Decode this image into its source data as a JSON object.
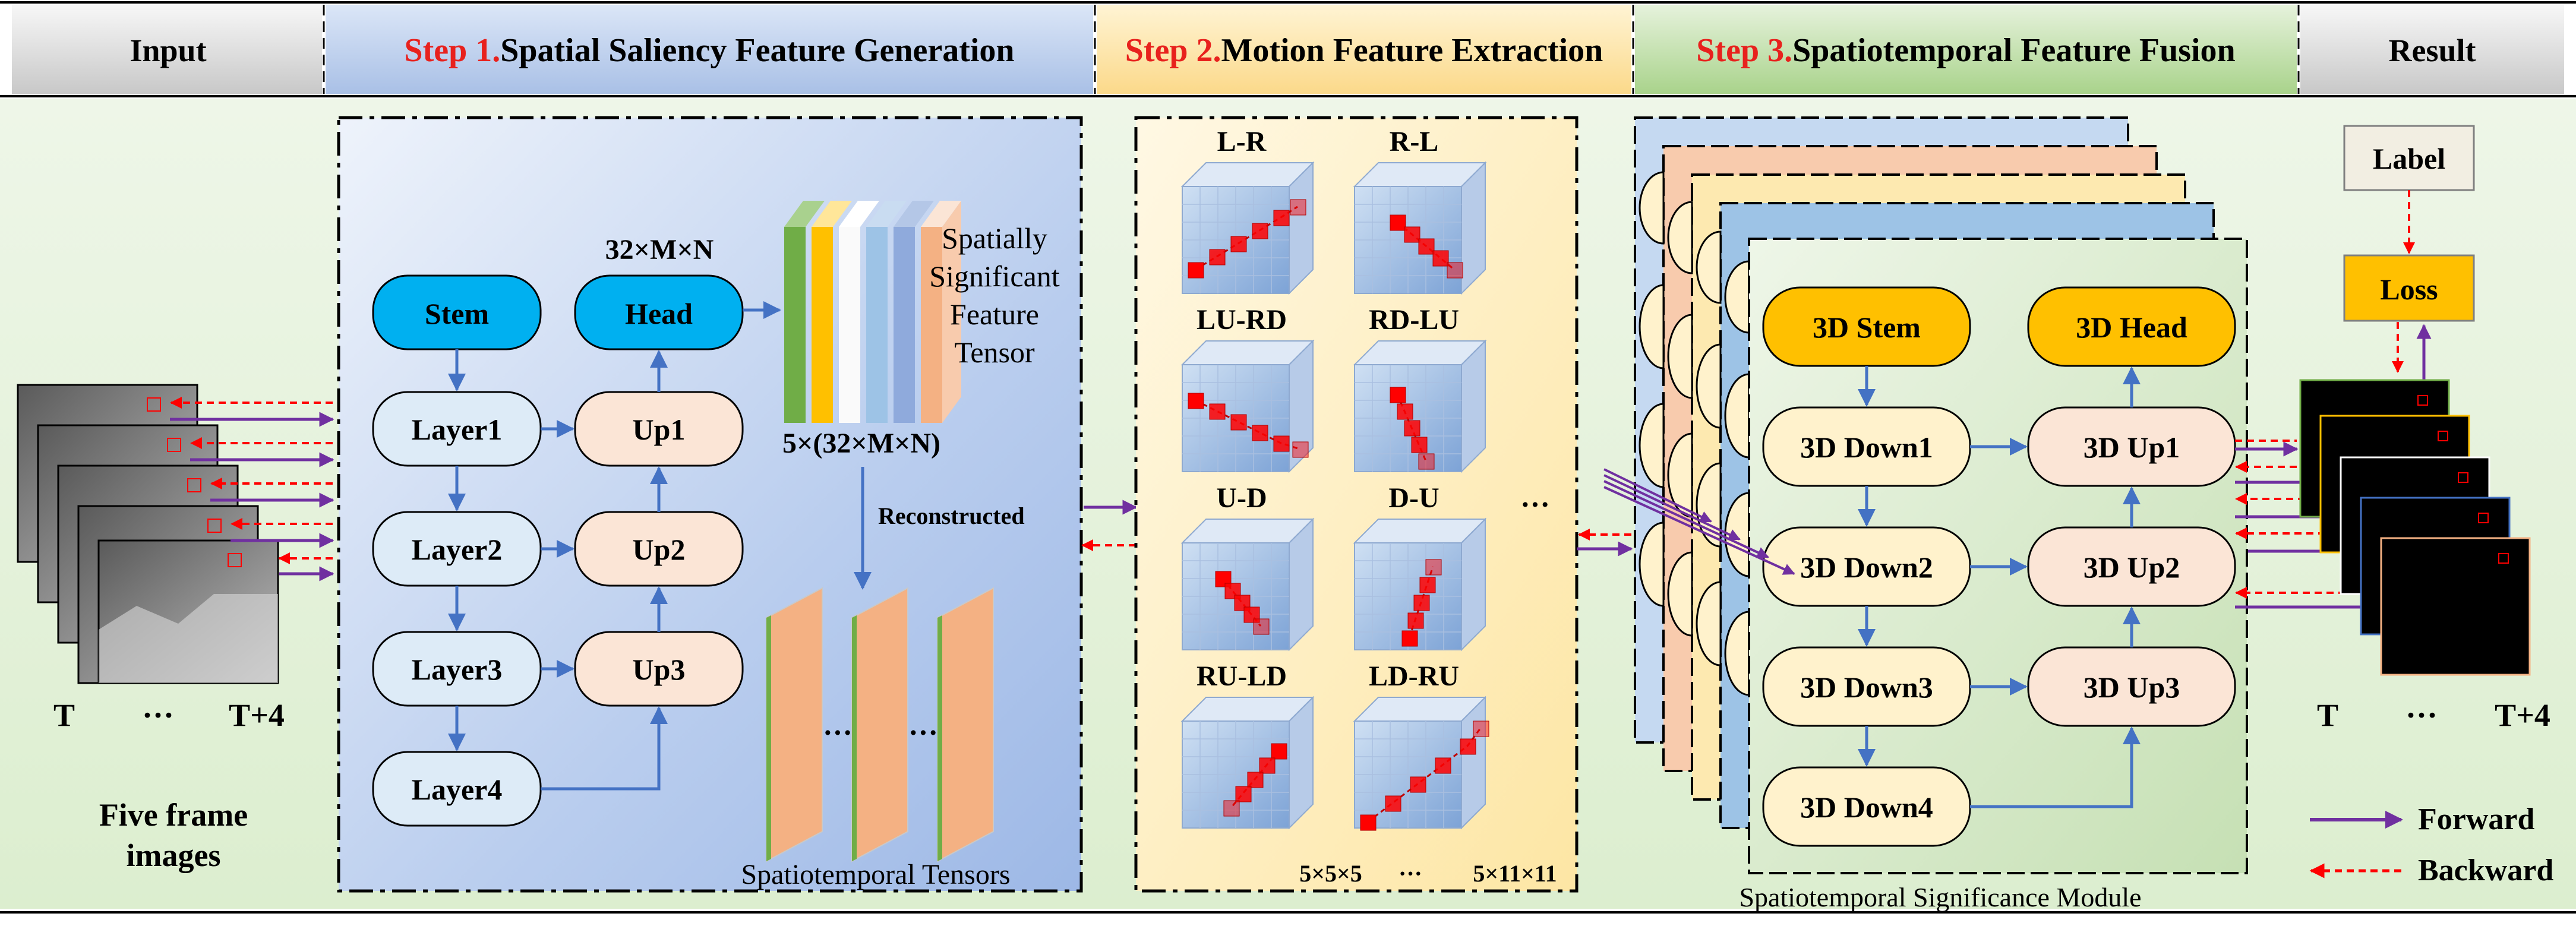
{
  "header": {
    "input_label": "Input",
    "step1_prefix": "Step 1.",
    "step1_title": "Spatial  Saliency Feature Generation",
    "step2_prefix": "Step 2.",
    "step2_title": "Motion Feature Extraction",
    "step3_prefix": "Step 3.",
    "step3_title": "Spatiotemporal Feature Fusion",
    "result_label": "Result"
  },
  "input": {
    "t_start": "T",
    "dots": "···",
    "t_end": "T+4",
    "caption_line1": "Five frame",
    "caption_line2": "images"
  },
  "step1": {
    "stem": "Stem",
    "head": "Head",
    "head_dim": "32×M×N",
    "layers": [
      "Layer1",
      "Layer2",
      "Layer3",
      "Layer4"
    ],
    "ups": [
      "Up1",
      "Up2",
      "Up3"
    ],
    "tensor_label_lines": [
      "Spatially",
      "Significant",
      "Feature",
      "Tensor"
    ],
    "tensor_dim": "5×(32×M×N)",
    "reconstructed": "Reconstructed",
    "dots": "···",
    "st_caption": "Spatiotemporal  Tensors"
  },
  "step2": {
    "directions": [
      "L-R",
      "R-L",
      "LU-RD",
      "RD-LU",
      "U-D",
      "D-U",
      "RU-LD",
      "LD-RU"
    ],
    "dots": "···",
    "size_small": "5×5×5",
    "size_large": "5×11×11"
  },
  "step3": {
    "stem": "3D Stem",
    "head": "3D Head",
    "downs": [
      "3D Down1",
      "3D Down2",
      "3D Down3",
      "3D Down4"
    ],
    "ups": [
      "3D Up1",
      "3D Up2",
      "3D Up3"
    ],
    "caption": "Spatiotemporal Significance Module"
  },
  "result": {
    "label": "Label",
    "loss": "Loss",
    "t_start": "T",
    "dots": "···",
    "t_end": "T+4"
  },
  "legend": {
    "forward": "Forward",
    "backward": "Backward"
  },
  "colors": {
    "step_red": "#e8211d",
    "forward_purple": "#7030a0",
    "backward_red": "#ff0000",
    "flow_blue": "#4472c4",
    "cyan_block": "#00b0f0",
    "gold_block": "#ffc000"
  }
}
